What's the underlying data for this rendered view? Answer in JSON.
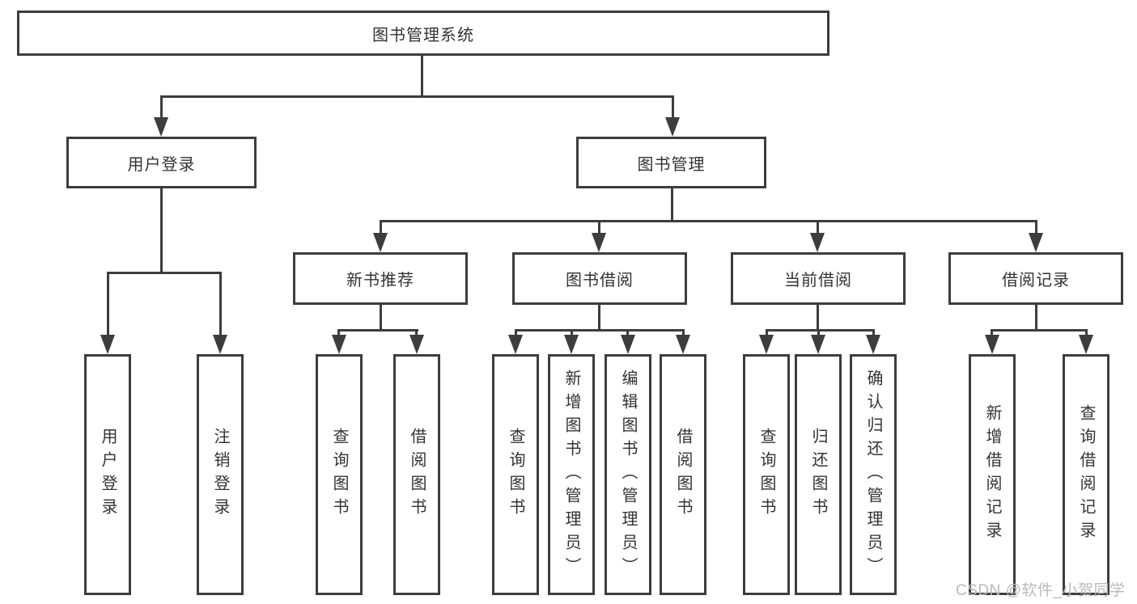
{
  "diagram": {
    "tree": {
      "label": "图书管理系统",
      "children": [
        {
          "label": "用户登录",
          "children": [
            {
              "label": "用户登录"
            },
            {
              "label": "注销登录"
            }
          ]
        },
        {
          "label": "图书管理",
          "children": [
            {
              "label": "新书推荐",
              "children": [
                {
                  "label": "查询图书"
                },
                {
                  "label": "借阅图书"
                }
              ]
            },
            {
              "label": "图书借阅",
              "children": [
                {
                  "label": "查询图书"
                },
                {
                  "label": "新增图书（管理员）"
                },
                {
                  "label": "编辑图书（管理员）"
                },
                {
                  "label": "借阅图书"
                }
              ]
            },
            {
              "label": "当前借阅",
              "children": [
                {
                  "label": "查询图书"
                },
                {
                  "label": "归还图书"
                },
                {
                  "label": "确认归还（管理员）"
                }
              ]
            },
            {
              "label": "借阅记录",
              "children": [
                {
                  "label": "新增借阅记录"
                },
                {
                  "label": "查询借阅记录"
                }
              ]
            }
          ]
        }
      ]
    }
  },
  "watermark": {
    "text": "CSDN @软件_小贺同学"
  },
  "colors": {
    "line": "#3d3d3d",
    "text": "#333333",
    "watermark": "#b9b9b9",
    "background": "#ffffff"
  }
}
